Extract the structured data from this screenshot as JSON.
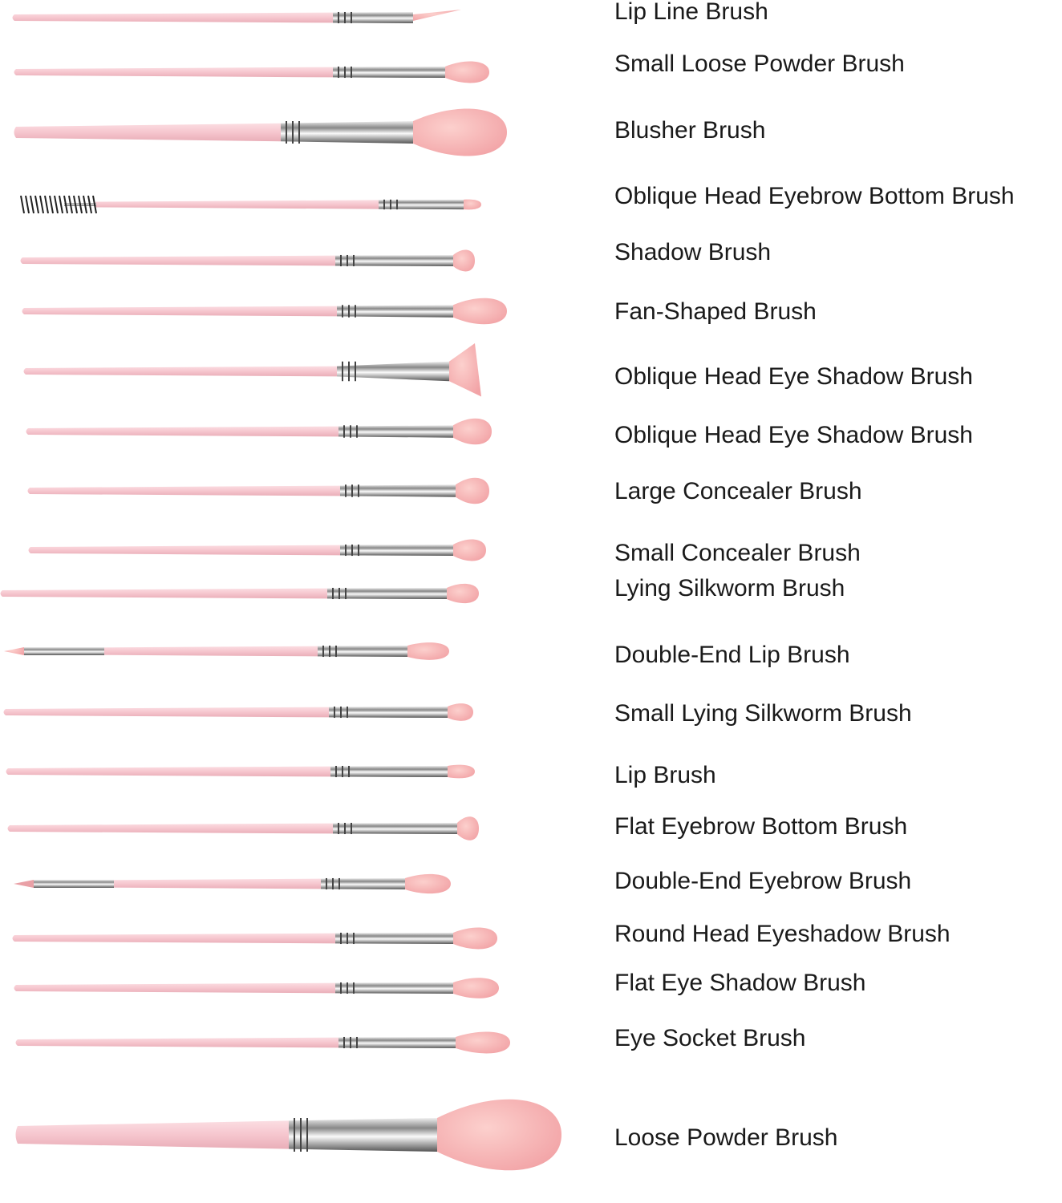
{
  "title": "Makeup brush set",
  "colors": {
    "handle": "#f7c8d0",
    "bristle": "#f9b8b8",
    "ferrule": "#b8b8b8",
    "text": "#1a1a1a"
  },
  "labels": [
    "Lip Line Brush",
    "Small Loose Powder Brush",
    "Blusher Brush",
    "Oblique Head Eyebrow Bottom Brush",
    "Shadow Brush",
    "Fan-Shaped Brush",
    "Oblique Head Eye Shadow Brush",
    "Oblique Head Eye Shadow Brush",
    "Large Concealer Brush",
    "Small Concealer Brush",
    "Lying Silkworm Brush",
    "Double-End Lip Brush",
    "Small Lying Silkworm Brush",
    "Lip Brush",
    "Flat Eyebrow Bottom Brush",
    "Double-End Eyebrow Brush",
    "Round Head Eyeshadow Brush",
    "Flat Eye Shadow Brush",
    "Eye Socket Brush",
    "Loose Powder Brush"
  ]
}
